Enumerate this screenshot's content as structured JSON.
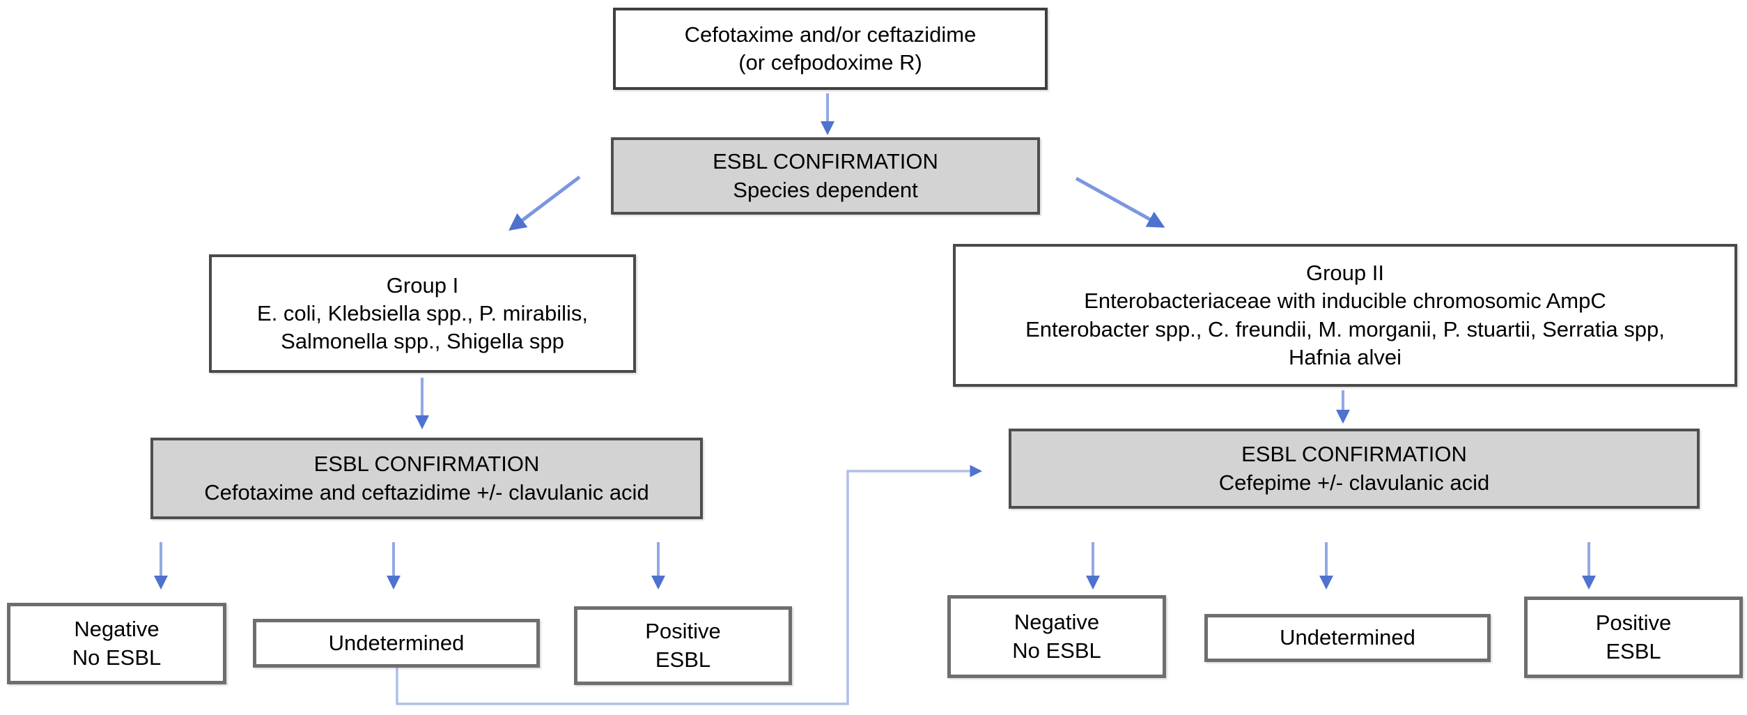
{
  "colors": {
    "box_gray_fill": "#d3d3d3",
    "box_border_gray": "#4f4f4f",
    "bottom_box_border": "#6e6e6e",
    "arrow_blue": "#4f72ce",
    "arrow_light_blue": "#aebfec"
  },
  "nodes": {
    "start": {
      "line1": "Cefotaxime and/or ceftazidime",
      "line2": "(or cefpodoxime R)"
    },
    "species": {
      "line1": "ESBL CONFIRMATION",
      "line2": "Species dependent"
    },
    "group1": {
      "line1": "Group I",
      "line2": "E. coli, Klebsiella spp., P. mirabilis,",
      "line3": "Salmonella spp., Shigella spp"
    },
    "group2": {
      "line1": "Group II",
      "line2": "Enterobacteriaceae with inducible chromosomic AmpC",
      "line3": "Enterobacter spp., C. freundii, M. morganii, P. stuartii, Serratia spp,",
      "line4": "Hafnia alvei"
    },
    "confirm1": {
      "line1": "ESBL CONFIRMATION",
      "line2": "Cefotaxime and ceftazidime +/- clavulanic acid"
    },
    "confirm2": {
      "line1": "ESBL CONFIRMATION",
      "line2": "Cefepime +/- clavulanic acid"
    },
    "neg1": {
      "line1": "Negative",
      "line2": "No ESBL"
    },
    "undet1": {
      "line1": "Undetermined"
    },
    "pos1": {
      "line1": "Positive",
      "line2": "ESBL"
    },
    "neg2": {
      "line1": "Negative",
      "line2": "No ESBL"
    },
    "undet2": {
      "line1": "Undetermined"
    },
    "pos2": {
      "line1": "Positive",
      "line2": "ESBL"
    }
  }
}
